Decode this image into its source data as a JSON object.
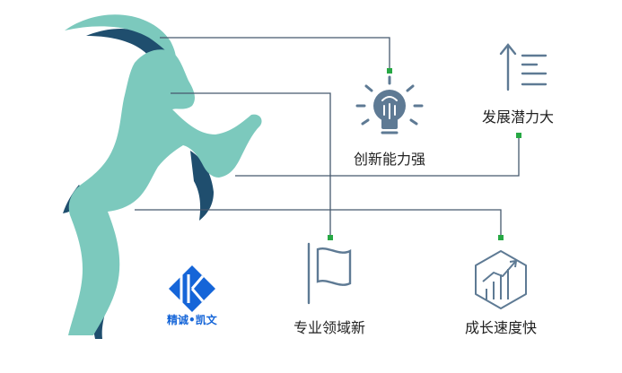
{
  "features": [
    {
      "id": "innovation",
      "label": "创新能力强",
      "icon": "lightbulb-icon"
    },
    {
      "id": "potential",
      "label": "发展潜力大",
      "icon": "growth-arrow-icon"
    },
    {
      "id": "professional",
      "label": "专业领域新",
      "icon": "flag-icon"
    },
    {
      "id": "growth",
      "label": "成长速度快",
      "icon": "bar-chart-icon"
    }
  ],
  "brand": {
    "left": "精诚",
    "separator": "•",
    "right": "凯文"
  },
  "colors": {
    "goat_light": "#7cc9bd",
    "goat_dark": "#1f4e6e",
    "line": "#46596e",
    "connector_dot": "#27a844",
    "icon_stroke": "#5e7a94",
    "logo_blue": "#1565d8"
  }
}
